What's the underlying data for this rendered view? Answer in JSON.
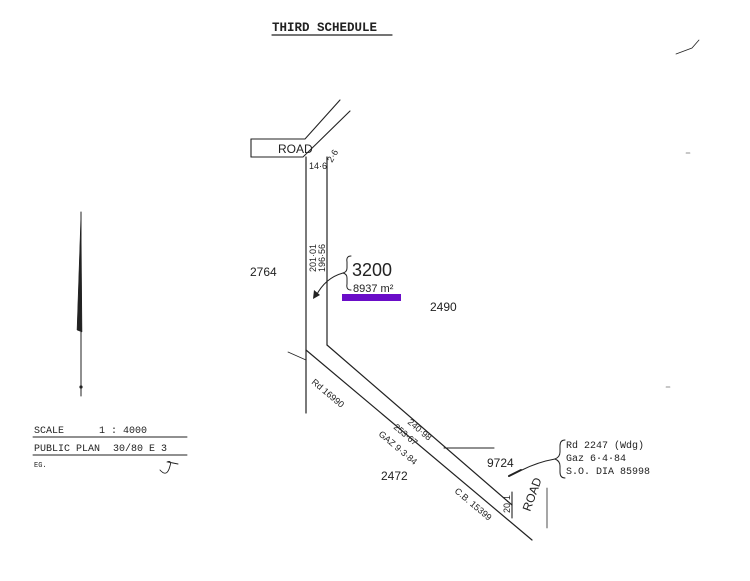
{
  "title": "THIRD SCHEDULE",
  "colors": {
    "ink": "#222222",
    "highlight": "#6a0dc8"
  },
  "parcel": {
    "number": "3200",
    "area": "8937 m²"
  },
  "adjoining_lots": {
    "west": "2764",
    "east": "2490",
    "south": "2472",
    "southeast": "9724"
  },
  "roads": {
    "north": "ROAD",
    "southeast": "ROAD"
  },
  "dimensions": {
    "frontage_west": "14·6",
    "frontage_east": "2·6",
    "west_boundary": "201·01",
    "east_boundary": "196·56",
    "diagonal_outer": "240·98",
    "diagonal_inner": "253·67",
    "road_width": "20·1"
  },
  "diagonal_annotations": {
    "rd": "Rd 16990",
    "gaz": "GAZ 9·3·84",
    "cb": "C.B. 15399"
  },
  "road_reference": {
    "line1": "Rd 2247 (Wdg)",
    "line2": "Gaz 6·4·84",
    "line3": "S.O. DIA 85998"
  },
  "legend": {
    "scale_label": "SCALE",
    "scale_value": "1 : 4000",
    "plan_label": "PUBLIC PLAN",
    "plan_value": "30/80 E 3",
    "initials": "EG."
  }
}
